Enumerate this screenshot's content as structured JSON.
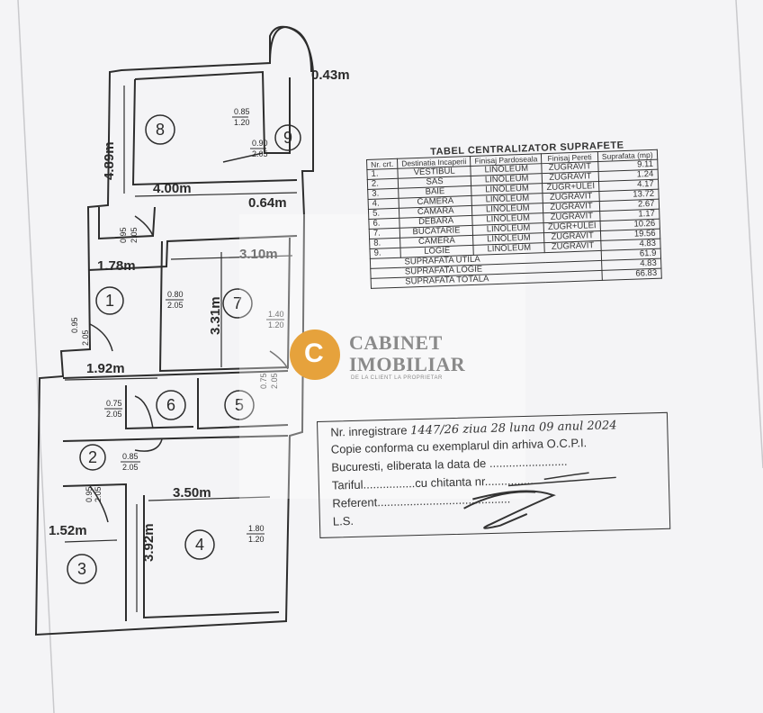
{
  "floorplan": {
    "dims": {
      "balcony_gap": "0.43m",
      "room8_height": "4.89m",
      "room8_width": "4.00m",
      "corridor_gap": "0.64m",
      "room7_width": "3.10m",
      "room1_width": "1.78m",
      "room7_height": "3.31m",
      "room6_width": "1.92m",
      "room4_width": "3.50m",
      "room3_width": "1.52m",
      "room4_height": "3.92m"
    },
    "openings": {
      "o8": [
        "0.85",
        "1.20"
      ],
      "o9": [
        "0.90",
        "2.05"
      ],
      "o_sas": [
        "0.95",
        "2.05"
      ],
      "o1": [
        "0.80",
        "2.05"
      ],
      "o_entry": [
        "0.95",
        "2.05"
      ],
      "o7": [
        "1.40",
        "1.20"
      ],
      "o6": [
        "0.75",
        "2.05"
      ],
      "o5": [
        "0.75",
        "2.05"
      ],
      "o2": [
        "0.85",
        "2.05"
      ],
      "o3": [
        "0.95",
        "2.05"
      ],
      "o4": [
        "1.80",
        "1.20"
      ]
    },
    "rooms": [
      "1",
      "2",
      "3",
      "4",
      "5",
      "6",
      "7",
      "8",
      "9"
    ]
  },
  "table": {
    "title": "TABEL CENTRALIZATOR SUPRAFETE",
    "headers": [
      "Nr. crt.",
      "Destinatia Incaperii",
      "Finisaj Pardoseala",
      "Finisaj Pereti",
      "Suprafata (mp)"
    ],
    "rows": [
      [
        "1.",
        "VESTIBUL",
        "LINOLEUM",
        "ZUGRAVIT",
        "9.11"
      ],
      [
        "2.",
        "SAS",
        "LINOLEUM",
        "ZUGRAVIT",
        "1.24"
      ],
      [
        "3.",
        "BAIE",
        "LINOLEUM",
        "ZUGR+ULEI",
        "4.17"
      ],
      [
        "4.",
        "CAMERA",
        "LINOLEUM",
        "ZUGRAVIT",
        "13.72"
      ],
      [
        "5.",
        "CAMARA",
        "LINOLEUM",
        "ZUGRAVIT",
        "2.67"
      ],
      [
        "6.",
        "DEBARA",
        "LINOLEUM",
        "ZUGRAVIT",
        "1.17"
      ],
      [
        "7.",
        "BUCATARIE",
        "LINOLEUM",
        "ZUGR+ULEI",
        "10.26"
      ],
      [
        "8.",
        "CAMERA",
        "LINOLEUM",
        "ZUGRAVIT",
        "19.56"
      ],
      [
        "9.",
        "LOGIE",
        "LINOLEUM",
        "ZUGRAVIT",
        "4.83"
      ]
    ],
    "totals": [
      [
        "SUPRAFATA UTILA",
        "61.9"
      ],
      [
        "SUPRAFATA LOGIE",
        "4.83"
      ],
      [
        "SUPRAFATA TOTALA",
        "66.83"
      ]
    ]
  },
  "stamp": {
    "line1_label": "Nr. inregistrare",
    "line1_value": "1447/26 ziua 28 luna 09 anul 2024",
    "line2": "Copie conforma cu exemplarul din arhiva O.C.P.I.",
    "line3": "Bucuresti, eliberata la data de ........................",
    "line4": "Tariful................cu chitanta nr...............",
    "line5": "Referent.........................................",
    "line6": "L.S."
  },
  "logo": {
    "line1": "CABINET",
    "line2": "IMOBILIAR",
    "tagline": "DE LA CLIENT LA PROPRIETAR",
    "accent": "#e6a23c"
  }
}
